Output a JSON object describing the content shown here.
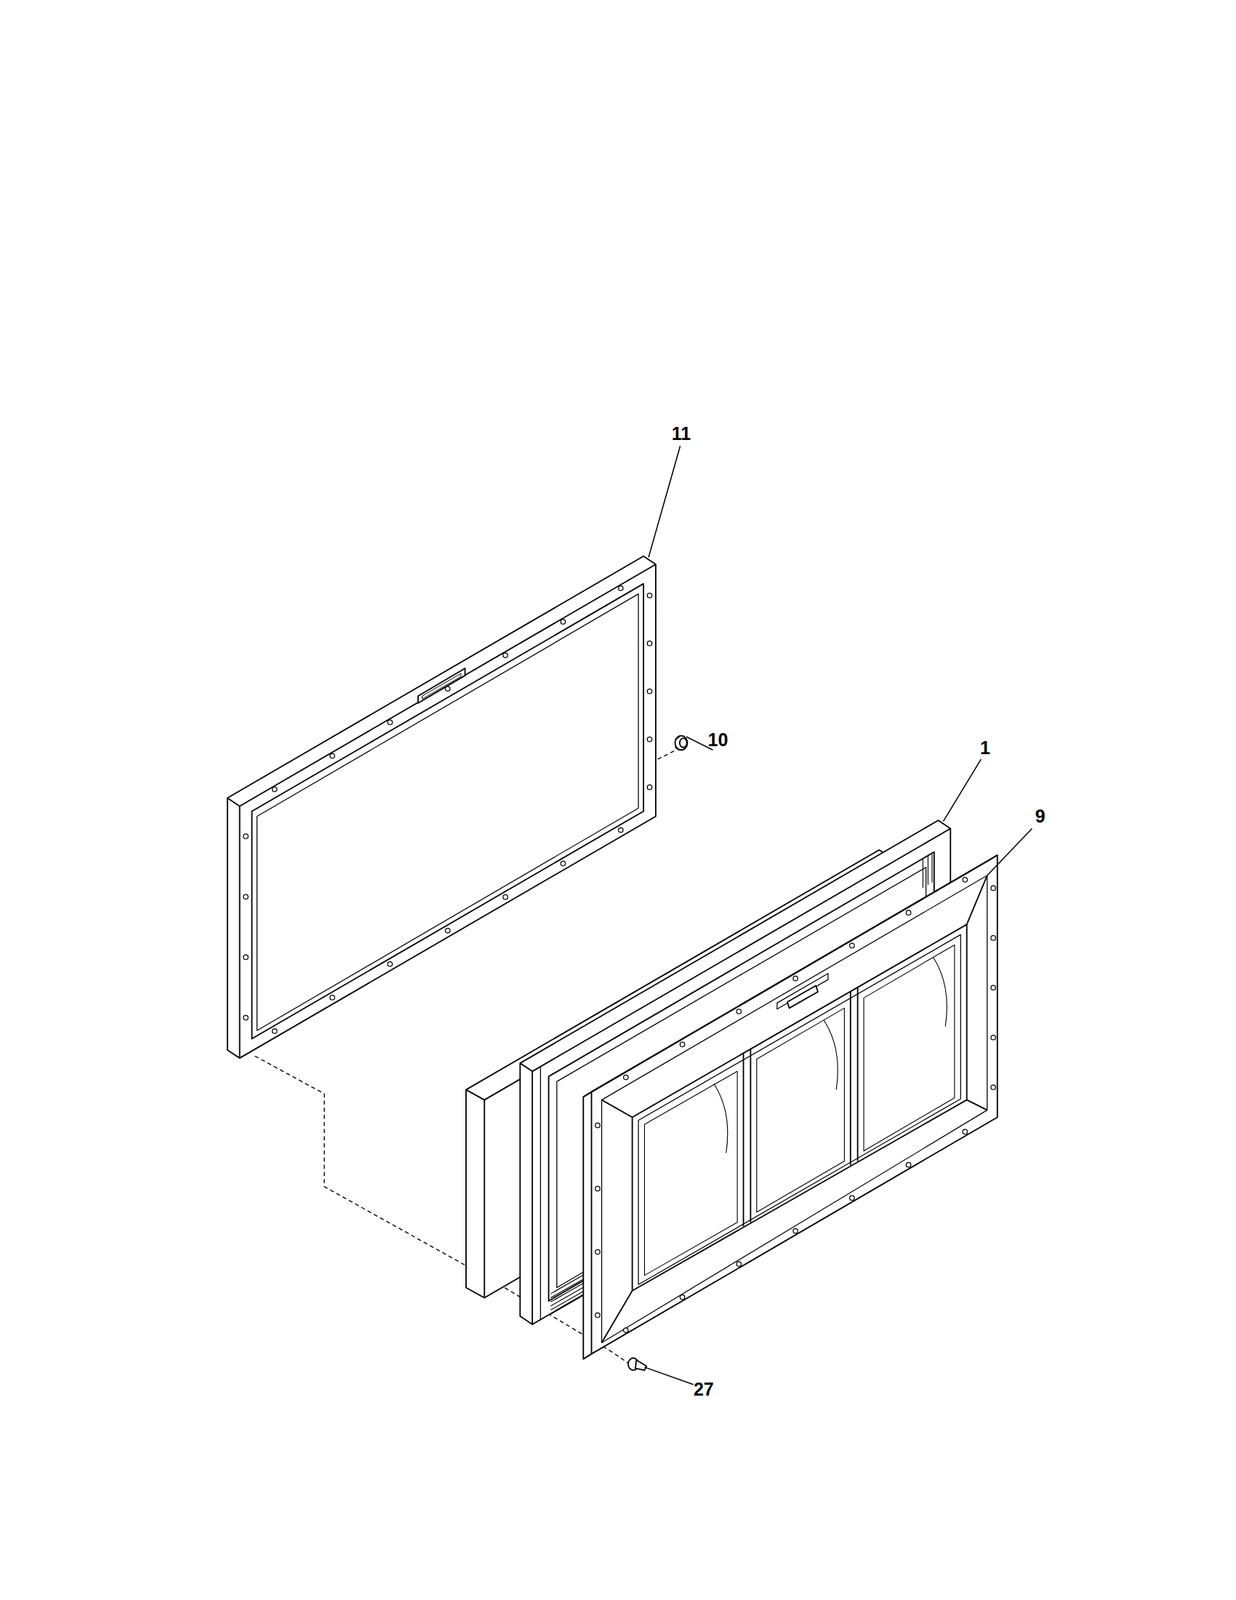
{
  "diagram": {
    "labels": [
      "11",
      "10",
      "1",
      "9",
      "27"
    ]
  }
}
